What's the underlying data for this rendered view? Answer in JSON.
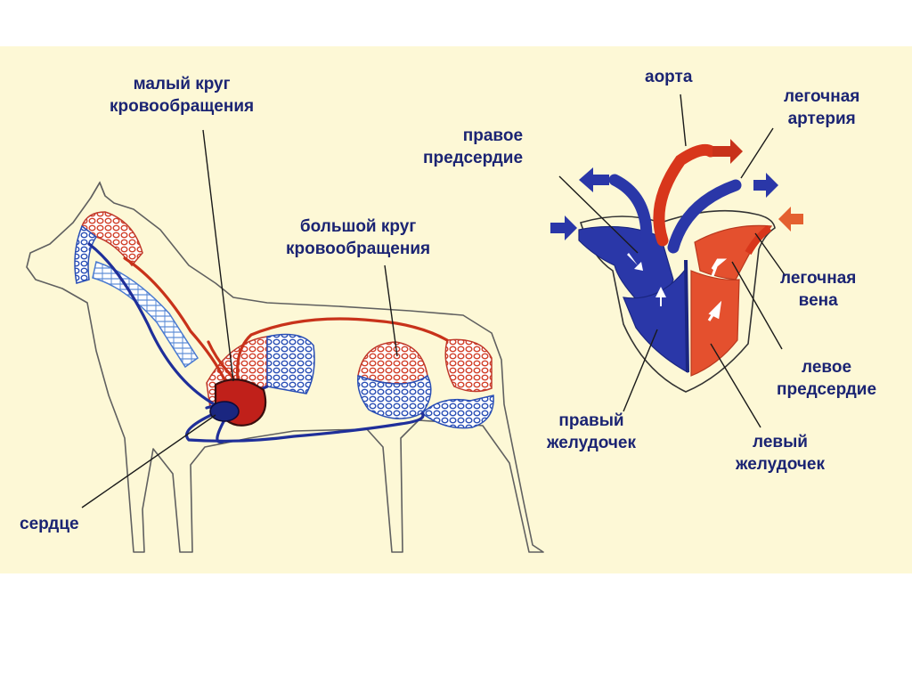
{
  "labels": {
    "small_circle": [
      "малый круг",
      "кровообращения"
    ],
    "big_circle": [
      "большой круг",
      "кровообращения"
    ],
    "heart": "сердце",
    "aorta": "аорта",
    "pulmonary_artery": [
      "легочная",
      "артерия"
    ],
    "right_atrium": [
      "правое",
      "предсердие"
    ],
    "pulmonary_vein": [
      "легочная",
      "вена"
    ],
    "left_atrium": [
      "левое",
      "предсердие"
    ],
    "right_ventricle": [
      "правый",
      "желудочек"
    ],
    "left_ventricle": [
      "левый",
      "желудочек"
    ]
  },
  "colors": {
    "background": "#fdf8d6",
    "label": "#1b2473",
    "venous": "#1f2f9a",
    "arterial": "#d8361b",
    "arterial_light": "#e8553a",
    "capillary_blue": "#2a4fb5",
    "capillary_red": "#d2402a"
  }
}
